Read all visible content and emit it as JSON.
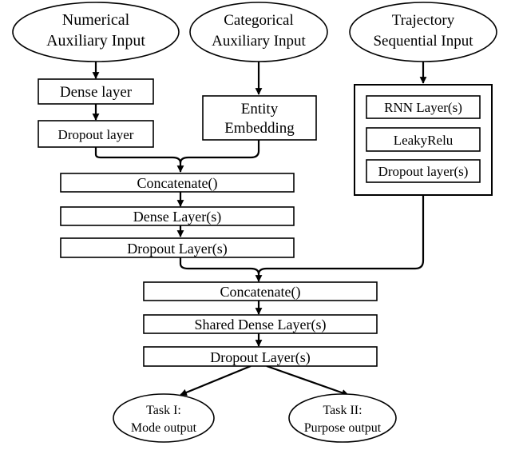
{
  "diagram": {
    "inputs": {
      "numerical": [
        "Numerical",
        "Auxiliary Input"
      ],
      "categorical": [
        "Categorical",
        "Auxiliary Input"
      ],
      "trajectory": [
        "Trajectory",
        "Sequential Input"
      ]
    },
    "numerical_branch": {
      "dense": "Dense layer",
      "dropout": "Dropout layer"
    },
    "categorical_branch": {
      "embedding": [
        "Entity",
        "Embedding"
      ]
    },
    "trajectory_branch": {
      "rnn": "RNN Layer(s)",
      "activation": "LeakyRelu",
      "dropout": "Dropout layer(s)"
    },
    "auxiliary_merge": {
      "concatenate": "Concatenate()",
      "dense": "Dense Layer(s)",
      "dropout": "Dropout Layer(s)"
    },
    "shared": {
      "concatenate": "Concatenate()",
      "dense": "Shared Dense Layer(s)",
      "dropout": "Dropout Layer(s)"
    },
    "outputs": {
      "task1": [
        "Task I:",
        "Mode output"
      ],
      "task2": [
        "Task II:",
        "Purpose output"
      ]
    }
  }
}
